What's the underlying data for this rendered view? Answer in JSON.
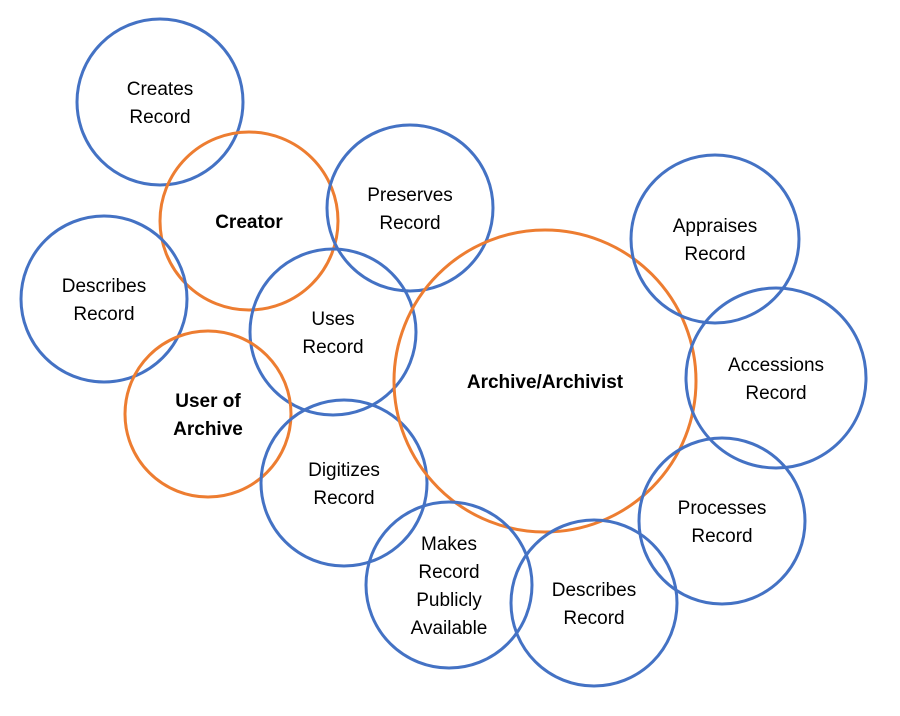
{
  "colors": {
    "actor": "#ED7D31",
    "activity": "#4472C4"
  },
  "nodes": [
    {
      "id": "creates-record",
      "kind": "activity",
      "lines": [
        "Creates",
        "Record"
      ]
    },
    {
      "id": "creator",
      "kind": "actor",
      "lines": [
        "Creator"
      ]
    },
    {
      "id": "preserves-record",
      "kind": "activity",
      "lines": [
        "Preserves",
        "Record"
      ]
    },
    {
      "id": "describes-record-left",
      "kind": "activity",
      "lines": [
        "Describes",
        "Record"
      ]
    },
    {
      "id": "uses-record",
      "kind": "activity",
      "lines": [
        "Uses",
        "Record"
      ]
    },
    {
      "id": "user-of-archive",
      "kind": "actor",
      "lines": [
        "User of",
        "Archive"
      ]
    },
    {
      "id": "digitizes-record",
      "kind": "activity",
      "lines": [
        "Digitizes",
        "Record"
      ]
    },
    {
      "id": "archive-archivist",
      "kind": "actor",
      "lines": [
        "Archive/Archivist"
      ]
    },
    {
      "id": "appraises-record",
      "kind": "activity",
      "lines": [
        "Appraises",
        "Record"
      ]
    },
    {
      "id": "accessions-record",
      "kind": "activity",
      "lines": [
        "Accessions",
        "Record"
      ]
    },
    {
      "id": "processes-record",
      "kind": "activity",
      "lines": [
        "Processes",
        "Record"
      ]
    },
    {
      "id": "makes-record-publicly-available",
      "kind": "activity",
      "lines": [
        "Makes",
        "Record",
        "Publicly",
        "Available"
      ]
    },
    {
      "id": "describes-record-bottom",
      "kind": "activity",
      "lines": [
        "Describes",
        "Record"
      ]
    }
  ]
}
